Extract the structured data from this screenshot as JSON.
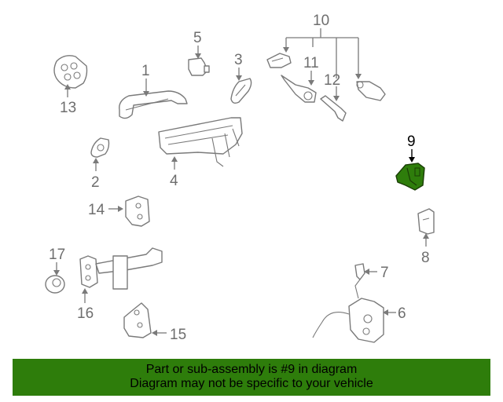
{
  "callouts": {
    "c1": "1",
    "c2": "2",
    "c3": "3",
    "c4": "4",
    "c5": "5",
    "c6": "6",
    "c7": "7",
    "c8": "8",
    "c9": "9",
    "c10": "10",
    "c11": "11",
    "c12": "12",
    "c13": "13",
    "c14": "14",
    "c15": "15",
    "c16": "16",
    "c17": "17"
  },
  "highlight": {
    "part_number": "9",
    "color": "#2e7d0b"
  },
  "banner": {
    "line1": "Part or sub-assembly is #9 in diagram",
    "line2": "Diagram may not be specific to your vehicle",
    "background": "#2e7d0b"
  }
}
